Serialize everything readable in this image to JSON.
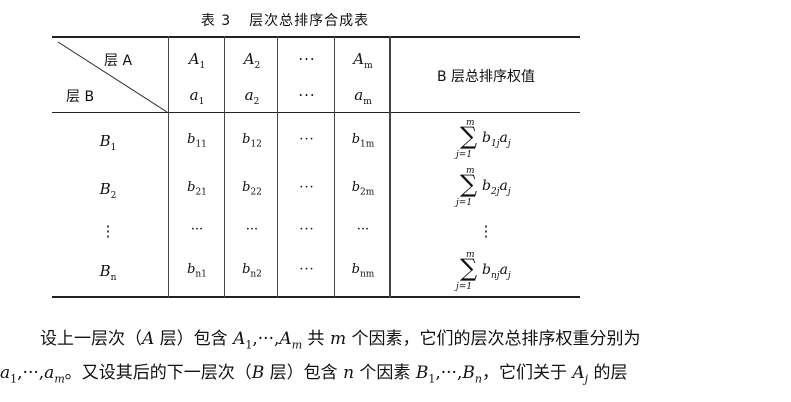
{
  "caption": {
    "number": "表 3",
    "title": "层次总排序合成表"
  },
  "header": {
    "layer_a": "层 A",
    "layer_b": "层 B",
    "A": [
      {
        "base": "A",
        "sub": "1"
      },
      {
        "base": "A",
        "sub": "2"
      },
      {
        "base": "···",
        "sub": ""
      },
      {
        "base": "A",
        "sub": "m"
      }
    ],
    "a": [
      {
        "base": "a",
        "sub": "1"
      },
      {
        "base": "a",
        "sub": "2"
      },
      {
        "base": "···",
        "sub": ""
      },
      {
        "base": "a",
        "sub": "m"
      }
    ],
    "weight_col": "B 层总排序权值"
  },
  "rows": [
    {
      "B": {
        "base": "B",
        "sub": "1"
      },
      "cells": [
        {
          "base": "b",
          "sub": "11"
        },
        {
          "base": "b",
          "sub": "12"
        },
        {
          "base": "···",
          "sub": ""
        },
        {
          "base": "b",
          "sub": "1m"
        }
      ],
      "sum": {
        "upper": "m",
        "sym": "∑",
        "lower": "j=1",
        "term_b": "b",
        "term_sub": "1j",
        "term_a": "a",
        "term_asub": "j"
      }
    },
    {
      "B": {
        "base": "B",
        "sub": "2"
      },
      "cells": [
        {
          "base": "b",
          "sub": "21"
        },
        {
          "base": "b",
          "sub": "22"
        },
        {
          "base": "···",
          "sub": ""
        },
        {
          "base": "b",
          "sub": "2m"
        }
      ],
      "sum": {
        "upper": "m",
        "sym": "∑",
        "lower": "j=1",
        "term_b": "b",
        "term_sub": "2j",
        "term_a": "a",
        "term_asub": "j"
      }
    },
    {
      "B": {
        "base": "⋮",
        "sub": ""
      },
      "cells": [
        {
          "base": "···",
          "sub": ""
        },
        {
          "base": "···",
          "sub": ""
        },
        {
          "base": "···",
          "sub": ""
        },
        {
          "base": "···",
          "sub": ""
        }
      ],
      "sum_dots": "⋮"
    },
    {
      "B": {
        "base": "B",
        "sub": "n"
      },
      "cells": [
        {
          "base": "b",
          "sub": "n1"
        },
        {
          "base": "b",
          "sub": "n2"
        },
        {
          "base": "···",
          "sub": ""
        },
        {
          "base": "b",
          "sub": "nm"
        }
      ],
      "sum": {
        "upper": "m",
        "sym": "∑",
        "lower": "j=1",
        "term_b": "b",
        "term_sub": "nj",
        "term_a": "a",
        "term_asub": "j"
      }
    }
  ],
  "paragraph": {
    "line1": {
      "t1": "设上一层次（",
      "A": "A",
      "t2": " 层）包含 ",
      "A1": "A",
      "A1sub": "1",
      "ellipsis": ",···,",
      "Am": "A",
      "Amsub": "m",
      "t3": " 共 ",
      "m": "m",
      "t4": " 个因素，它们的层次总排序权重分别为"
    },
    "line2": {
      "a1": "a",
      "a1sub": "1",
      "ellipsis": ",···,",
      "am": "a",
      "amsub": "m",
      "t1": "。又设其后的下一层次（",
      "B": "B",
      "t2": " 层）包含 ",
      "n": "n",
      "t3": " 个因素 ",
      "B1": "B",
      "B1sub": "1",
      "ellipsis2": ",···,",
      "Bn": "B",
      "Bnsub": "n",
      "t4": "，它们关于 ",
      "Aj": "A",
      "Ajsub": "j",
      "t5": " 的层"
    }
  }
}
